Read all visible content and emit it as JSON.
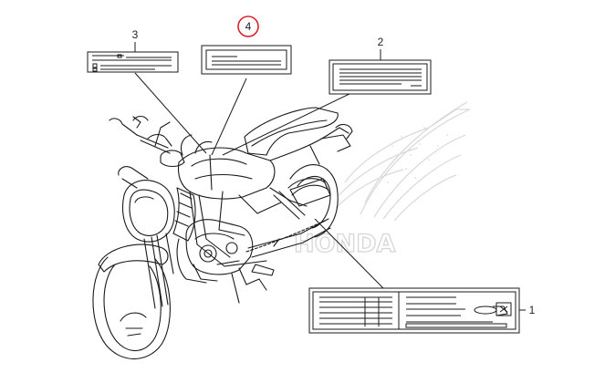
{
  "diagram": {
    "callouts": [
      {
        "id": "1",
        "label": "1",
        "highlighted": false
      },
      {
        "id": "2",
        "label": "2",
        "highlighted": false
      },
      {
        "id": "3",
        "label": "3",
        "highlighted": false
      },
      {
        "id": "4",
        "label": "4",
        "highlighted": true
      }
    ],
    "watermark": "HONDA",
    "colors": {
      "line": "#1a1a1a",
      "highlight": "#d8232a",
      "watermark": "#d6d6d6"
    }
  }
}
